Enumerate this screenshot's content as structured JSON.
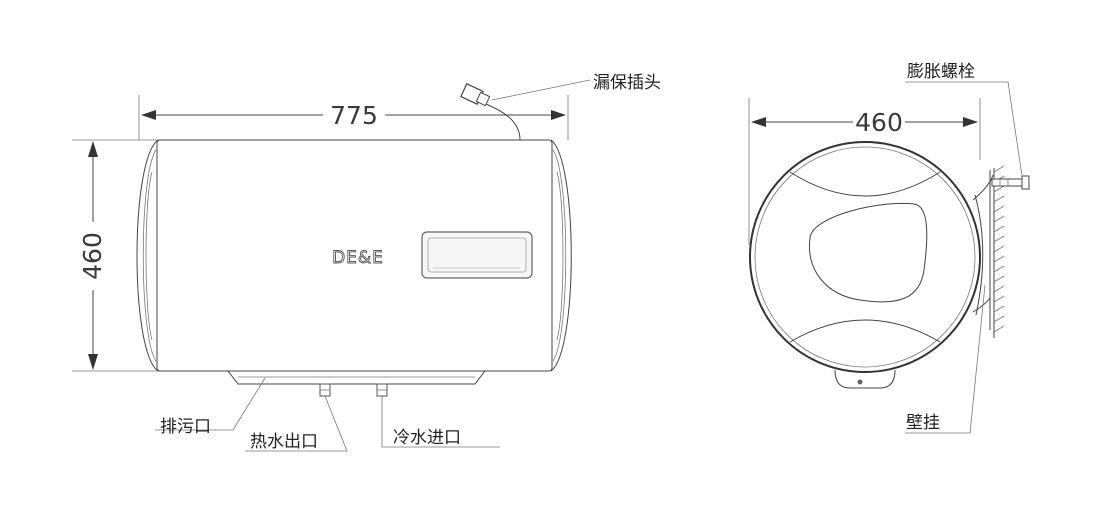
{
  "front_view": {
    "width_dimension": "775",
    "height_dimension": "460",
    "brand_logo": "DE&E",
    "labels": {
      "leakage_plug": "漏保插头",
      "drain_outlet": "排污口",
      "hot_water_outlet": "热水出口",
      "cold_water_inlet": "冷水进口"
    }
  },
  "side_view": {
    "width_dimension": "460",
    "labels": {
      "expansion_bolt": "膨胀螺栓",
      "wall_mount": "壁挂"
    }
  }
}
